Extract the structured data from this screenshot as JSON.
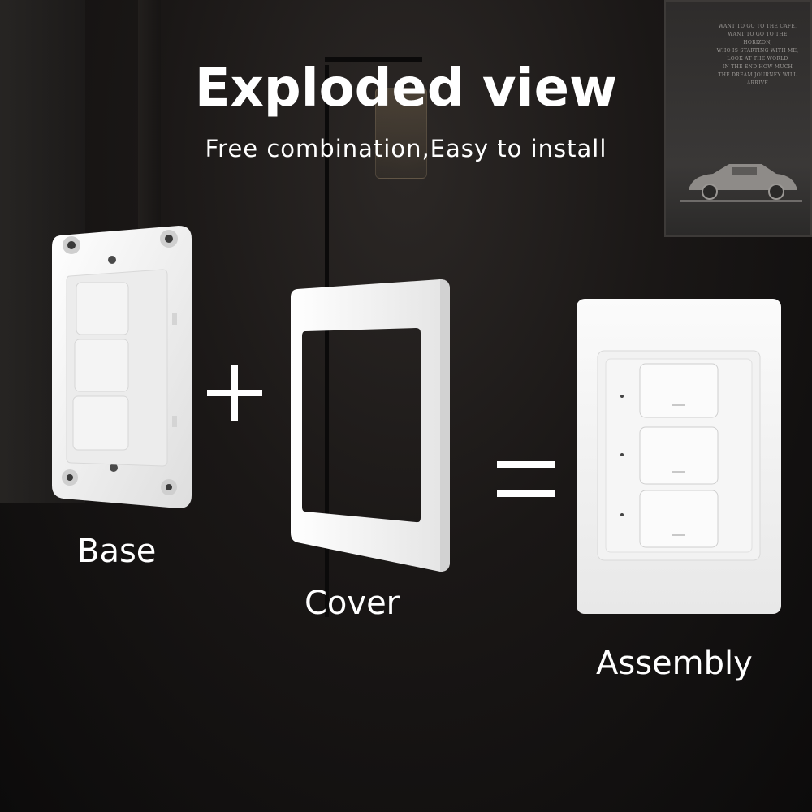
{
  "header": {
    "title": "Exploded view",
    "subtitle": "Free combination,Easy to install"
  },
  "parts": {
    "base_label": "Base",
    "cover_label": "Cover",
    "assembly_label": "Assembly"
  },
  "operators": {
    "plus": "plus-sign",
    "equals": "equals-sign"
  },
  "background": {
    "poster_lines": [
      "WANT TO GO TO THE CAFE,",
      "WANT TO GO TO THE HORIZON,",
      "WHO IS STARTING WITH ME,",
      "LOOK AT THE WORLD",
      "IN THE END HOW MUCH",
      "THE DREAM JOURNEY WILL ARRIVE"
    ]
  },
  "colors": {
    "device_white": "#f7f7f7",
    "text": "#ffffff"
  }
}
